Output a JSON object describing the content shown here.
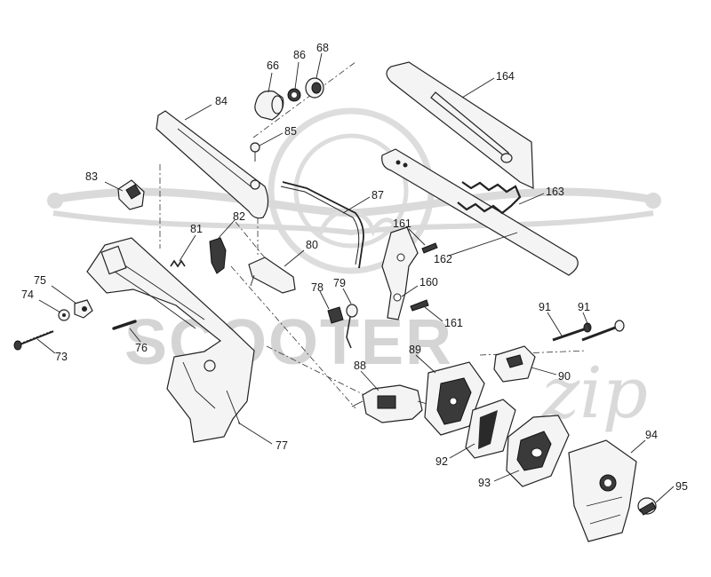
{
  "watermark": {
    "brand": "SCOOTER",
    "script": "zip"
  },
  "callouts": [
    {
      "id": "c66",
      "text": "66"
    },
    {
      "id": "c86",
      "text": "86"
    },
    {
      "id": "c68",
      "text": "68"
    },
    {
      "id": "c164",
      "text": "164"
    },
    {
      "id": "c84",
      "text": "84"
    },
    {
      "id": "c85",
      "text": "85"
    },
    {
      "id": "c83",
      "text": "83"
    },
    {
      "id": "c87",
      "text": "87"
    },
    {
      "id": "c163",
      "text": "163"
    },
    {
      "id": "c82",
      "text": "82"
    },
    {
      "id": "c81",
      "text": "81"
    },
    {
      "id": "c161a",
      "text": "161"
    },
    {
      "id": "c80",
      "text": "80"
    },
    {
      "id": "c162",
      "text": "162"
    },
    {
      "id": "c75",
      "text": "75"
    },
    {
      "id": "c74",
      "text": "74"
    },
    {
      "id": "c78",
      "text": "78"
    },
    {
      "id": "c79",
      "text": "79"
    },
    {
      "id": "c160",
      "text": "160"
    },
    {
      "id": "c91a",
      "text": "91"
    },
    {
      "id": "c91b",
      "text": "91"
    },
    {
      "id": "c161b",
      "text": "161"
    },
    {
      "id": "c76",
      "text": "76"
    },
    {
      "id": "c73",
      "text": "73"
    },
    {
      "id": "c89",
      "text": "89"
    },
    {
      "id": "c88",
      "text": "88"
    },
    {
      "id": "c90",
      "text": "90"
    },
    {
      "id": "c77",
      "text": "77"
    },
    {
      "id": "c94",
      "text": "94"
    },
    {
      "id": "c92",
      "text": "92"
    },
    {
      "id": "c93",
      "text": "93"
    },
    {
      "id": "c95",
      "text": "95"
    }
  ]
}
